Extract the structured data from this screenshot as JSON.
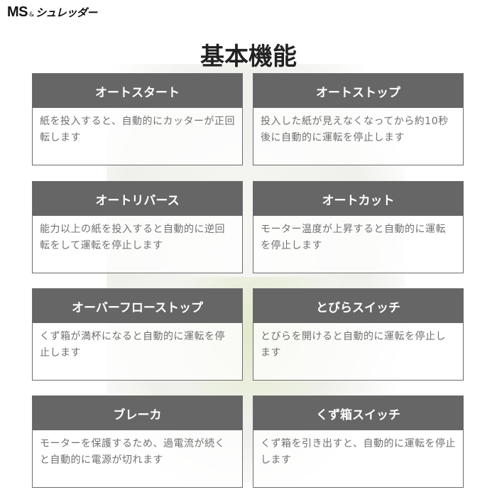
{
  "logo": {
    "ms": "MS",
    "amp": "&",
    "jp": "シュレッダー"
  },
  "title": "基本機能",
  "features": [
    {
      "title": "オートスタート",
      "desc": "紙を投入すると、自動的にカッターが正回転します"
    },
    {
      "title": "オートストップ",
      "desc": "投入した紙が見えなくなってから約10秒後に自動的に運転を停止します"
    },
    {
      "title": "オートリバース",
      "desc": "能力以上の紙を投入すると自動的に逆回転をして運転を停止します"
    },
    {
      "title": "オートカット",
      "desc": "モーター温度が上昇すると自動的に運転を停止します"
    },
    {
      "title": "オーバーフローストップ",
      "desc": "くず箱が満杯になると自動的に運転を停止します"
    },
    {
      "title": "とびらスイッチ",
      "desc": "とびらを開けると自動的に運転を停止します"
    },
    {
      "title": "ブレーカ",
      "desc": "モーターを保護するため、過電流が続くと自動的に電源が切れます"
    },
    {
      "title": "くず箱スイッチ",
      "desc": "くず箱を引き出すと、自動的に運転を停止します"
    }
  ]
}
